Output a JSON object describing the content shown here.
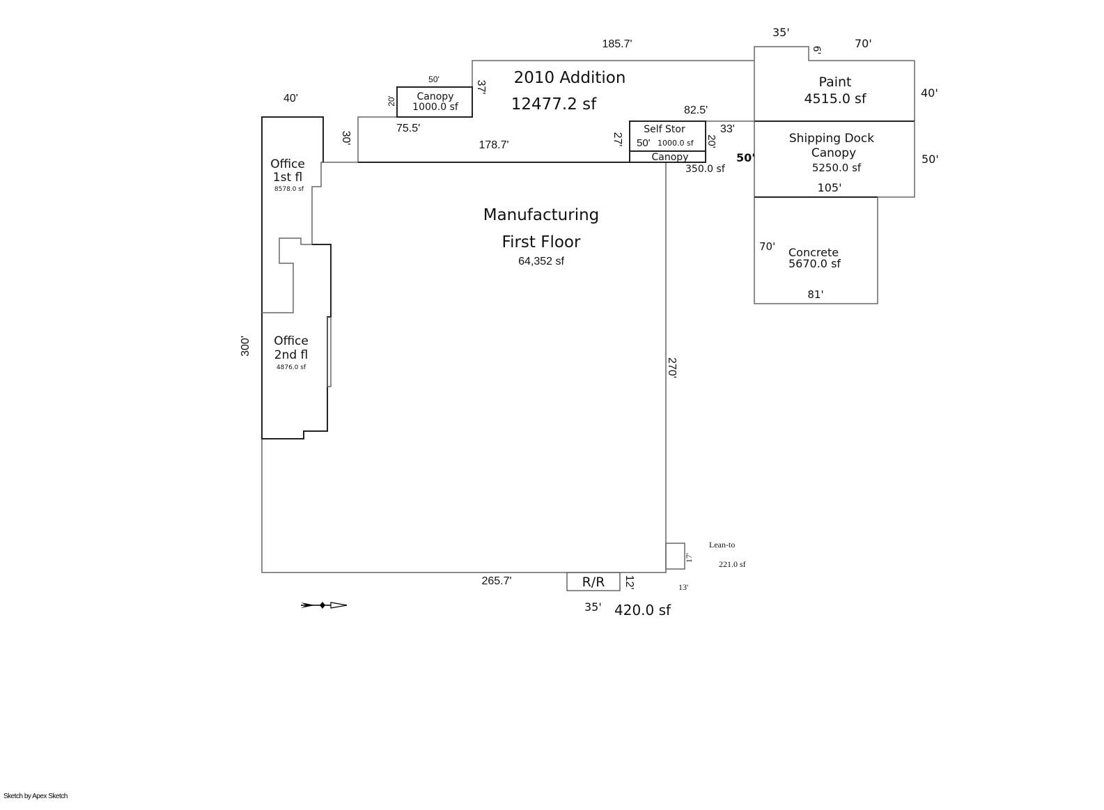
{
  "areas": {
    "manufacturing": {
      "name1": "Manufacturing",
      "name2": "First Floor",
      "area": "64,352 sf"
    },
    "office1": {
      "name1": "Office",
      "name2": "1st fl",
      "area": "8578.0 sf"
    },
    "office2": {
      "name1": "Office",
      "name2": "2nd fl",
      "area": "4876.0 sf"
    },
    "addition": {
      "name": "2010 Addition",
      "area": "12477.2 sf"
    },
    "canopy_top": {
      "name": "Canopy",
      "area": "1000.0 sf"
    },
    "self_stor": {
      "name": "Self Stor",
      "area": "1000.0 sf"
    },
    "canopy_small": {
      "name": "Canopy",
      "area": "350.0 sf"
    },
    "paint": {
      "name": "Paint",
      "area": "4515.0 sf"
    },
    "shipping": {
      "name1": "Shipping Dock",
      "name2": "Canopy",
      "area": "5250.0 sf"
    },
    "concrete": {
      "name": "Concrete",
      "area": "5670.0 sf"
    },
    "lean_to": {
      "name": "Lean-to",
      "area": "221.0 sf"
    },
    "rr": {
      "name": "R/R",
      "area": "420.0 sf"
    }
  },
  "dimensions": {
    "d40_office": "40'",
    "d300": "300'",
    "d270": "270'",
    "d265_7": "265.7'",
    "d30": "30'",
    "d75_5": "75.5'",
    "d178_7": "178.7'",
    "d20_canopy": "20'",
    "d50_canopy": "50'",
    "d37": "37'",
    "d185_7": "185.7'",
    "d82_5": "82.5'",
    "d27": "27'",
    "d50_self": "50'",
    "d20_self": "20'",
    "d33": "33'",
    "d35_paint": "35'",
    "d6": "6'",
    "d70_paint": "70'",
    "d40_paint": "40'",
    "d50_ship_l": "50'",
    "d50_ship_r": "50'",
    "d105": "105'",
    "d70_conc": "70'",
    "d81": "81'",
    "d17": "17'",
    "d13": "13'",
    "d12": "12'",
    "d35_rr": "35'"
  },
  "footer": "Sketch by Apex Sketch"
}
